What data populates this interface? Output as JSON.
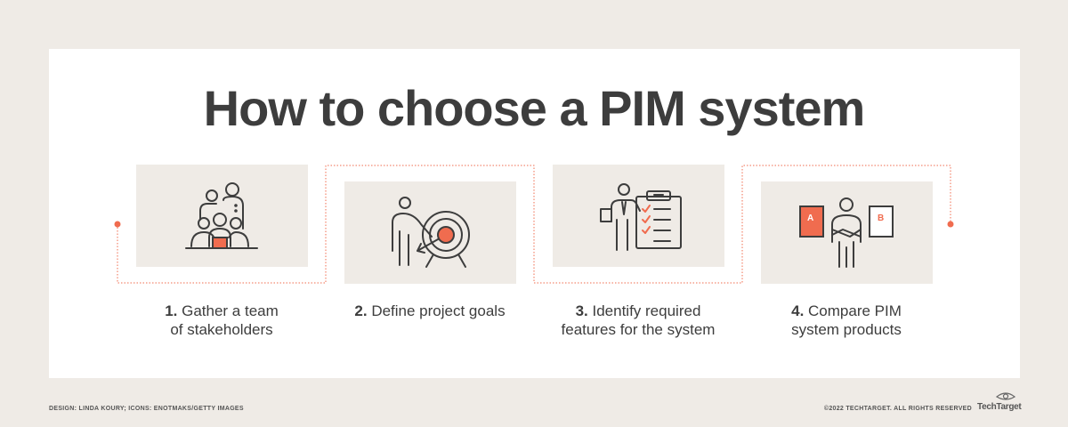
{
  "title": "How to choose a PIM system",
  "colors": {
    "accent": "#f06c4f",
    "icon": "#3d3d3d",
    "panel": "#efebe6"
  },
  "steps": [
    {
      "number": "1.",
      "line1": " Gather a team",
      "line2": "of stakeholders",
      "icon": "team-icon"
    },
    {
      "number": "2.",
      "line1": " Define project goals",
      "line2": "",
      "icon": "target-icon"
    },
    {
      "number": "3.",
      "line1": " Identify required",
      "line2": "features for the system",
      "icon": "checklist-icon"
    },
    {
      "number": "4.",
      "line1": " Compare PIM",
      "line2": "system products",
      "icon": "compare-icon",
      "option_a": "A",
      "option_b": "B"
    }
  ],
  "footer": {
    "credit": "DESIGN: LINDA KOURY; ICONS: ENOTMAKS/GETTY IMAGES",
    "copyright": "©2022 TECHTARGET. ALL RIGHTS RESERVED",
    "logo": "TechTarget"
  }
}
